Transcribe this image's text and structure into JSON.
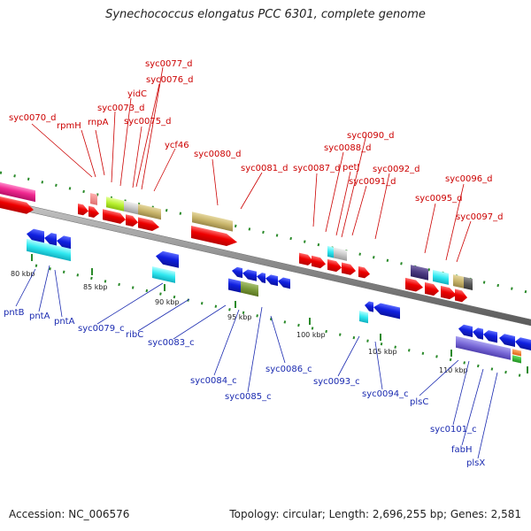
{
  "title": "Synechococcus elongatus PCC 6301, complete genome",
  "footer": {
    "accession": "Accession: NC_006576",
    "summary": "Topology: circular; Length: 2,696,255 bp; Genes: 2,581"
  },
  "colors": {
    "backbone": "#8c8c8c",
    "tick": "#2a8a2a",
    "plus_label": "#cc0000",
    "minus_label": "#1a2ab0"
  },
  "scale_labels": [
    "80 kbp",
    "85 kbp",
    "90 kbp",
    "95 kbp",
    "100 kbp",
    "105 kbp",
    "110 kbp"
  ],
  "plus_labels": [
    "syc0070_d",
    "rpmH",
    "rnpA",
    "syc0073_d",
    "yidC",
    "syc0075_d",
    "syc0076_d",
    "syc0077_d",
    "ycf46",
    "syc0080_d",
    "syc0081_d",
    "syc0087_d",
    "syc0088_d",
    "petJ",
    "syc0090_d",
    "syc0091_d",
    "syc0092_d",
    "syc0095_d",
    "syc0096_d",
    "syc0097_d"
  ],
  "minus_labels": [
    "pntB",
    "pntA",
    "pntA",
    "syc0079_c",
    "ribC",
    "syc0083_c",
    "syc0084_c",
    "syc0085_c",
    "syc0086_c",
    "syc0093_c",
    "syc0094_c",
    "plsC",
    "syc0101_c",
    "fabH",
    "plsX"
  ]
}
